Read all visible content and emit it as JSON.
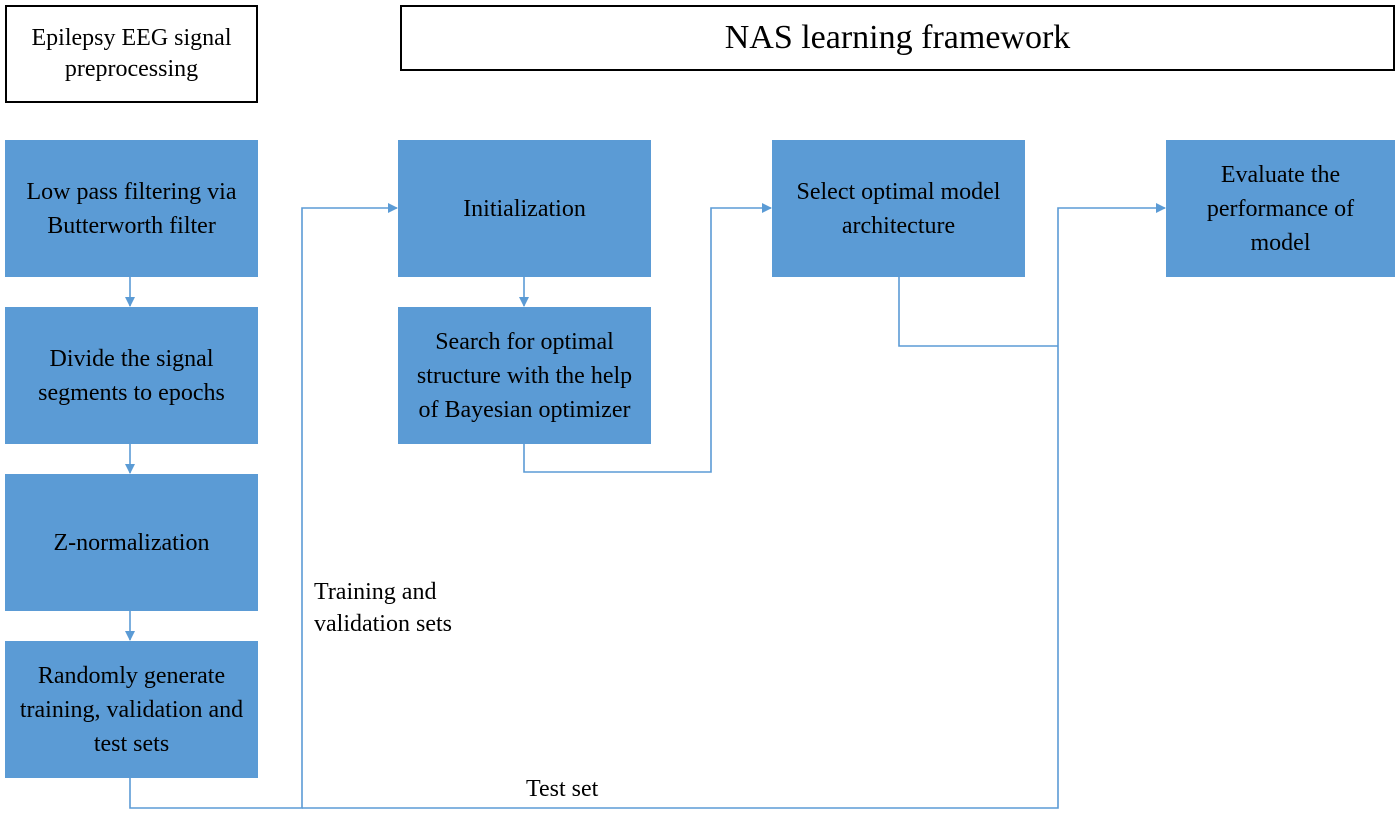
{
  "headers": {
    "preprocessing": "Epilepsy EEG signal preprocessing",
    "nas": "NAS learning framework"
  },
  "preprocessing_steps": [
    "Low pass filtering via Butterworth filter",
    "Divide the signal segments to epochs",
    "Z-normalization",
    "Randomly generate training, validation and test sets"
  ],
  "nas_steps": [
    "Initialization",
    "Search for optimal structure with the help of Bayesian optimizer",
    "Select optimal model architecture",
    "Evaluate the performance of model"
  ],
  "edge_labels": {
    "train_val": "Training and validation sets",
    "test": "Test set"
  },
  "colors": {
    "box_fill": "#5b9bd5",
    "connector": "#5b9bd5"
  }
}
